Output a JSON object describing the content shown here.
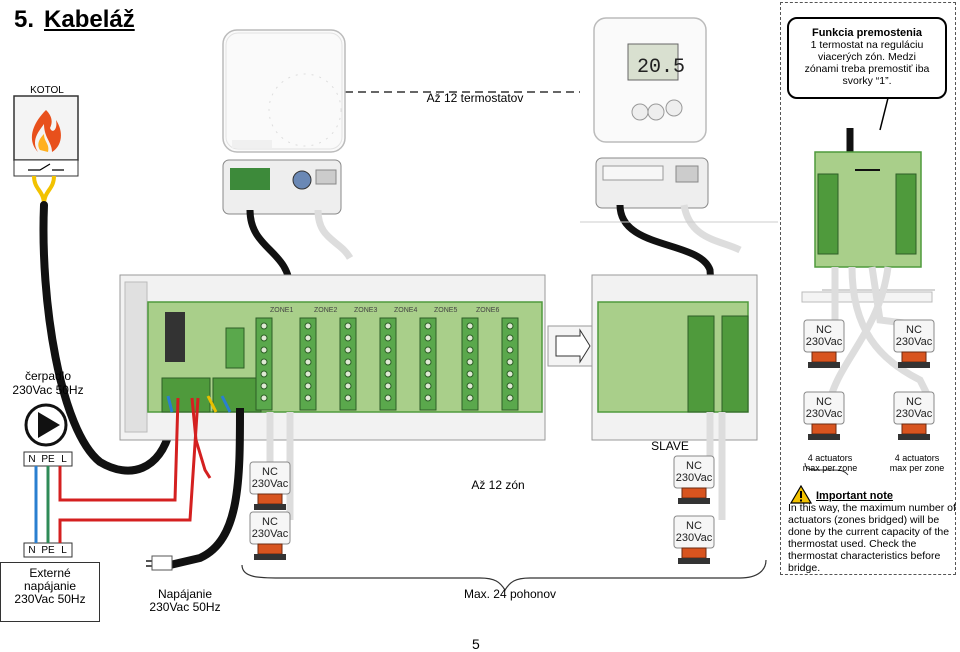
{
  "title": {
    "number": "5.",
    "text": "Kabeláž"
  },
  "labels": {
    "kotol": "KOTOL",
    "termostaty": "Až 12 termostatov",
    "cerpadlo_1": "čerpadlo",
    "cerpadlo_2": "230Vac 50Hz",
    "zones": "Až 12 zón",
    "slave": "SLAVE",
    "max_pohonov": "Max. 24 pohonov",
    "ext_1": "Externé",
    "ext_2": "napájanie",
    "ext_3": "230Vac 50Hz",
    "nap_1": "Napájanie",
    "nap_2": "230Vac 50Hz",
    "actuators_left_1": "4 actuators",
    "actuators_left_2": "max per zone",
    "actuators_right_1": "4 actuators",
    "actuators_right_2": "max per zone",
    "page_number": "5",
    "terminal_n": "N",
    "terminal_pe": "PE",
    "terminal_l": "L"
  },
  "callout": {
    "heading": "Funkcia premostenia",
    "line1": "1 termostat na reguláciu",
    "line2": "viacerých zón. Medzi",
    "line3": "zónami treba premostiť iba",
    "line4": "svorky “1”."
  },
  "note": {
    "heading": "Important note",
    "body": "In this way, the maximum number of actuators (zones bridged) will be done by the current capacity of the thermostat used. Check the thermostat characteristics before bridge."
  },
  "actuator": {
    "line1": "NC",
    "line2": "230Vac"
  },
  "zone_labels": [
    "ZONE1",
    "ZONE2",
    "ZONE3",
    "ZONE4",
    "ZONE5",
    "ZONE6"
  ],
  "thermostat_display": "20.5",
  "colors": {
    "board": "#a9cf8a",
    "board_dark": "#4f9a3c",
    "wire_red": "#d42020",
    "wire_blue": "#2a7fd0",
    "wire_green": "#2e8b57",
    "wire_brown": "#8b4513",
    "cable_black": "#111111",
    "flame": "#e8501c"
  }
}
